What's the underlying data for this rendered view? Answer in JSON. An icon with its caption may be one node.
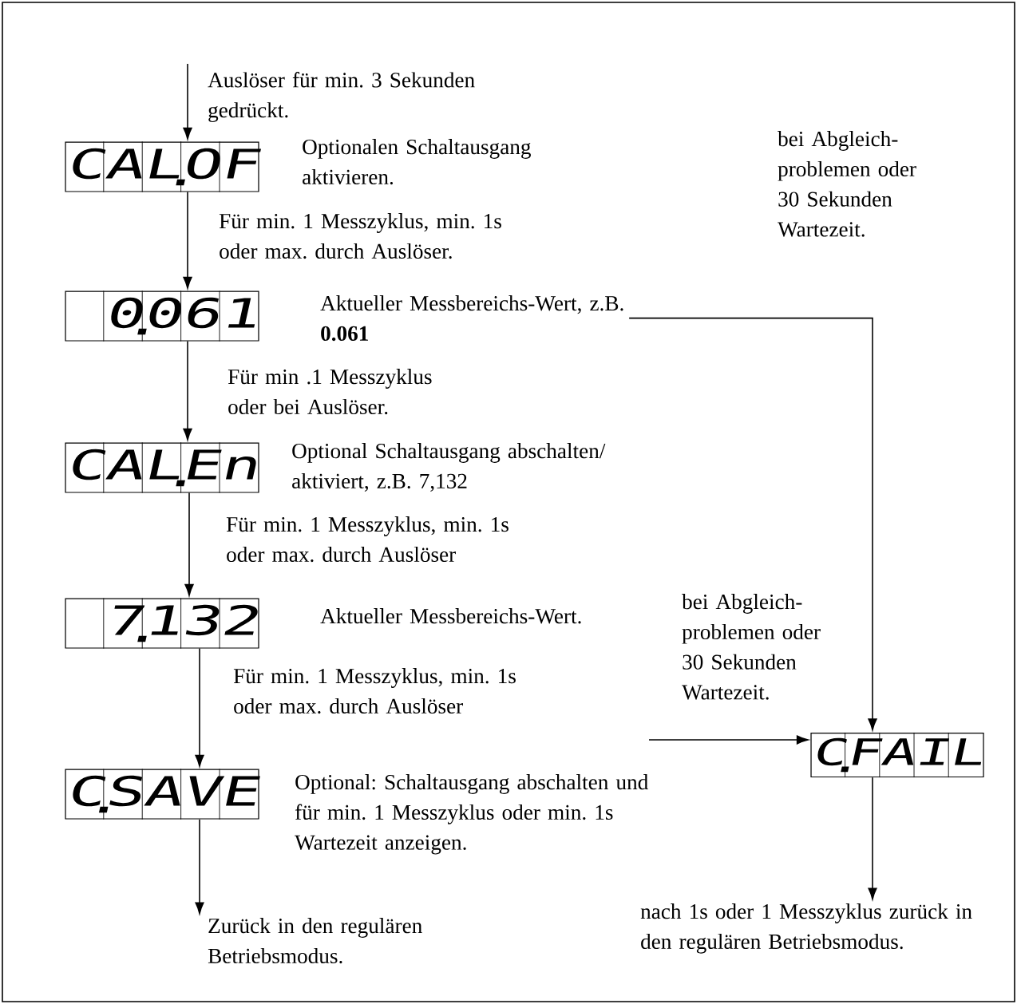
{
  "diagram": {
    "nodes": [
      {
        "text": [
          "CAL.OF"
        ],
        "beside": [
          "Optionalen Schaltausgang aktivieren."
        ]
      },
      {
        "text": [
          "0.061"
        ],
        "beside": [
          "Aktueller Messbereichs-Wert, z.B. **0.061**"
        ]
      },
      {
        "text": [
          "CAL.En"
        ],
        "beside": [
          "Optional Schaltausgang abschalten/ aktiviert, z.B. 7,132"
        ]
      },
      {
        "text": [
          "7.132"
        ],
        "beside": [
          "Aktueller Messbereichs-Wert."
        ]
      },
      {
        "text": [
          "C.SAVE"
        ],
        "beside": [
          "Optional: Schaltausgang abschalten und für min. 1 Messzyklus oder min. 1s Wartezeit anzeigen."
        ]
      },
      {
        "text": [
          "C.FAIL"
        ]
      },
      {
        "text": [
          "Zurück in den regulären Betriebsmodus."
        ]
      },
      {
        "text": [
          "nach 1s oder 1 Messzyklus zurück in den regulären Betriebsmodus."
        ]
      }
    ],
    "edges": [
      {
        "from": null,
        "to": 0,
        "arrow": "to",
        "label": "Auslöser für min. 3 Sekunden gedrückt."
      },
      {
        "from": 0,
        "to": 1,
        "arrow": "to",
        "label": "Für min. 1 Messzyklus, min. 1s oder max. durch Auslöser."
      },
      {
        "from": 1,
        "to": 2,
        "arrow": "to",
        "label": "Für min .1 Messzyklus oder bei Auslöser."
      },
      {
        "from": 2,
        "to": 3,
        "arrow": "to",
        "label": "Für min. 1 Messzyklus, min. 1s oder max. durch Auslöser"
      },
      {
        "from": 3,
        "to": 4,
        "arrow": "to",
        "label": "Für min. 1 Messzyklus, min. 1s oder max. durch Auslöser"
      },
      {
        "from": 1,
        "to": 5,
        "arrow": "to",
        "label": "bei Abgleich-problemen oder 30 Sekunden Wartezeit."
      },
      {
        "from": null,
        "to": 5,
        "arrow": "to",
        "label": "bei Abgleich-problemen oder 30 Sekunden Wartezeit."
      },
      {
        "from": 4,
        "to": 6,
        "arrow": "to"
      },
      {
        "from": 5,
        "to": 7,
        "arrow": "to"
      }
    ]
  }
}
